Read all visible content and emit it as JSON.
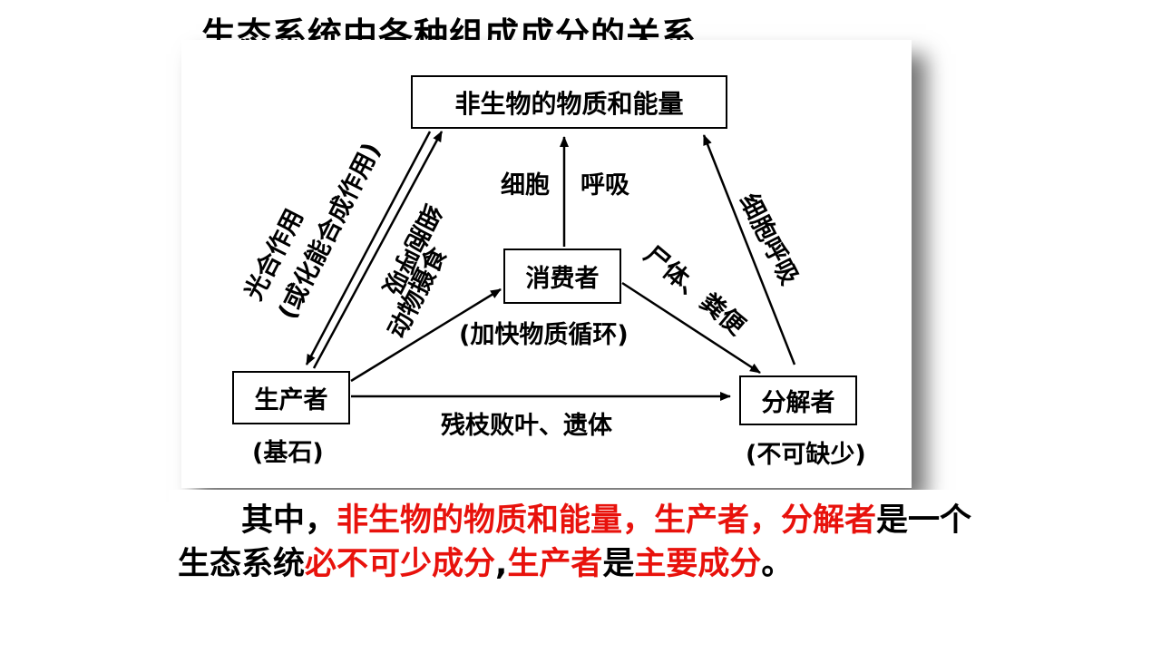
{
  "title": "生态系统中各种组成成分的关系",
  "nodes": {
    "abiotic": "非生物的物质和能量",
    "consumer": "消费者",
    "producer": "生产者",
    "decomposer": "分解者"
  },
  "notes": {
    "consumer": "(加快物质循环)",
    "producer": "(基石)",
    "decomposer": "(不可缺少)"
  },
  "edges": {
    "photosynthesis_line1": "光合作用",
    "photosynthesis_line2": "(或化能合成作用)",
    "producer_respiration": "细胞呼吸",
    "animal_feeding": "动物摄食",
    "consumer_respiration_1": "细胞",
    "consumer_respiration_2": "呼吸",
    "remains_feces": "尸体、粪便",
    "litter": "残枝败叶、遗体",
    "decomposer_respiration": "细胞呼吸"
  },
  "summary": {
    "p1": "其中，",
    "p2": "非生物的物质和能量，生产者，分解者",
    "p3": "是一个生态系统",
    "p4": "必不可少成分",
    "p5": ",",
    "p6": "生产者",
    "p7": "是",
    "p8": "主要成分",
    "p9": "。"
  },
  "colors": {
    "emphasis": "#e8120c",
    "text": "#000000"
  }
}
